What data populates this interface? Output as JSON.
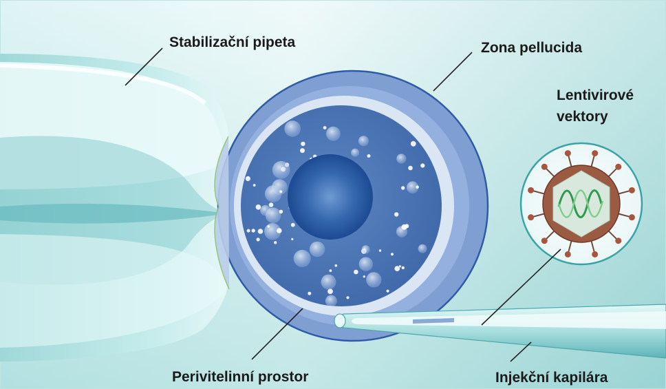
{
  "labels": {
    "holding_pipette": "Stabilizační pipeta",
    "zona_pellucida": "Zona pellucida",
    "lentiviral_vectors_line1": "Lentivirové",
    "lentiviral_vectors_line2": "vektory",
    "perivitelline_space": "Perivitelinní prostor",
    "injection_capillary": "Injekční kapilára"
  },
  "colors": {
    "background_light": "#e6f6f6",
    "background_teal": "#9fd6d6",
    "pipette_light": "#eefafa",
    "zona": "#8aa7d6",
    "zona_edge": "#2f5fae",
    "perivitelline": "#d8e4f4",
    "cytoplasm": "#4f78b8",
    "nucleus": "#1f4f96",
    "virus_capsid": "#9b5a42",
    "virus_core": "#cfe7d8",
    "virus_rna": "#3da85a",
    "capillary": "#c6ecec"
  }
}
